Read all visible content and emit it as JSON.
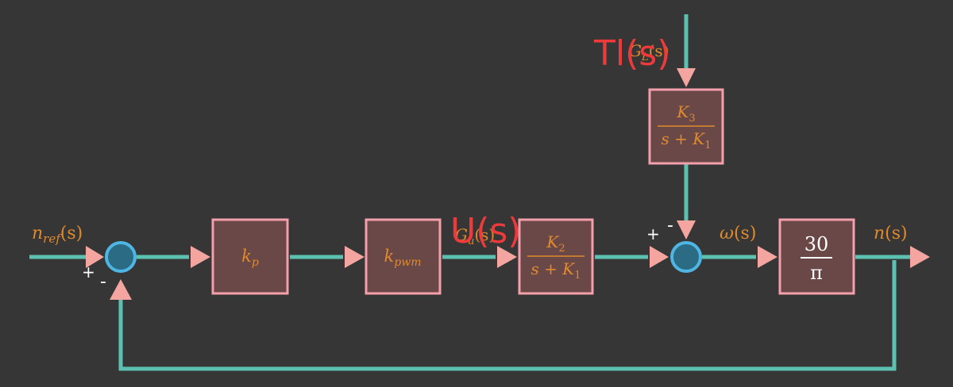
{
  "colors": {
    "background": "#363636",
    "wire": "#5cc1b0",
    "arrow": "#f4a5a0",
    "block_fill": "#6a4848",
    "block_border": "#f4a0ac",
    "label_orange": "#e08a2c",
    "summer_fill": "#2b6b83",
    "summer_border": "#4fb6e4",
    "overlay_red": "#ee3a3a",
    "sign_white": "#ffffff"
  },
  "signals": {
    "input": {
      "name": "n",
      "sub": "ref",
      "arg": "(s)"
    },
    "control_voltage": {
      "name": "G",
      "sub": "u",
      "arg": "(s)"
    },
    "disturbance": {
      "name": "G",
      "sub": "L",
      "arg": "(s)"
    },
    "speed": {
      "name": "ω",
      "arg": "(s)"
    },
    "output": {
      "name": "n",
      "arg": "(s)"
    }
  },
  "overlays": {
    "disturbance_label": "Tl(s)",
    "voltage_label": "U(s)"
  },
  "blocks": {
    "kp": {
      "name": "k",
      "sub": "p"
    },
    "kpwm": {
      "name": "k",
      "sub": "pwm"
    },
    "motor": {
      "num_name": "K",
      "num_sub": "2",
      "den_name": "s + K",
      "den_sub": "1"
    },
    "disturbance": {
      "num_name": "K",
      "num_sub": "3",
      "den_name": "s + K",
      "den_sub": "1"
    },
    "gain": {
      "num": "30",
      "den": "π"
    }
  },
  "signs": {
    "sum1_plus": "+",
    "sum1_minus": "-",
    "sum2_plus": "+",
    "sum2_minus": "-"
  }
}
